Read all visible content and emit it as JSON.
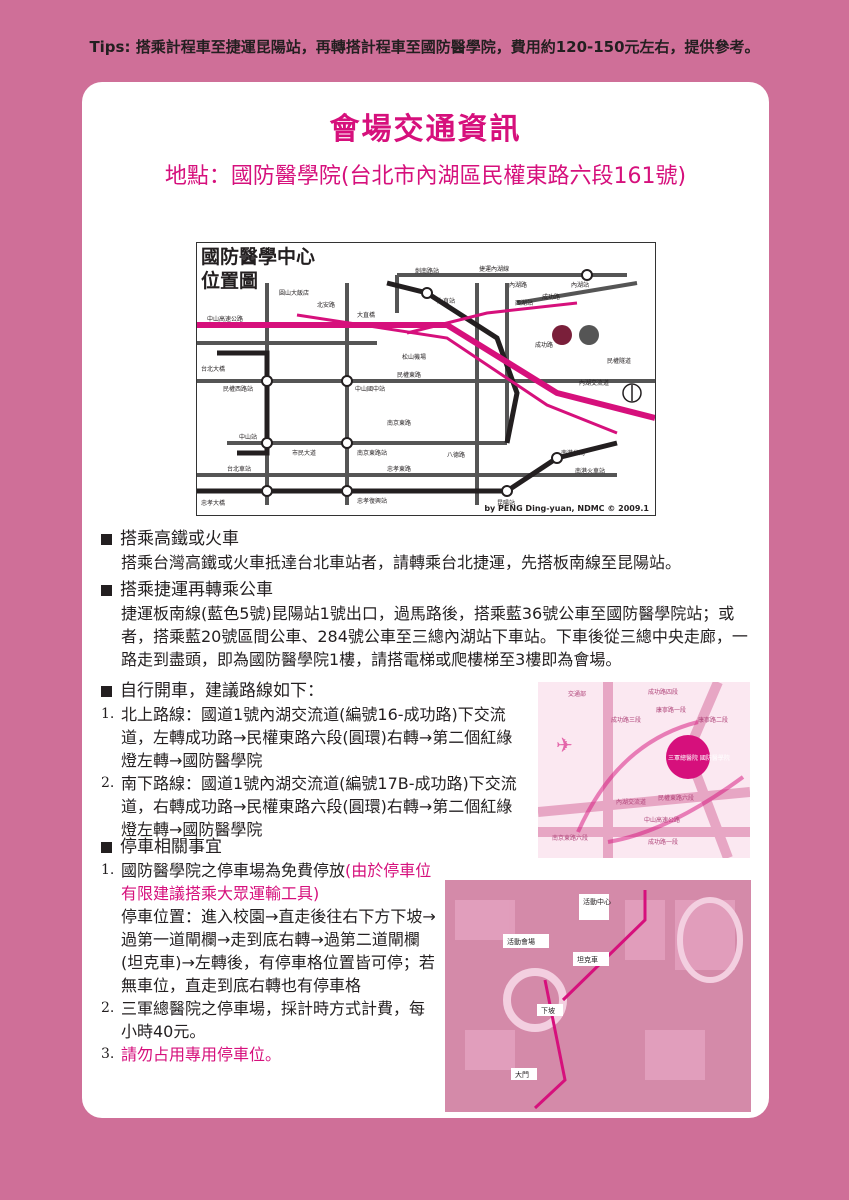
{
  "tips": "Tips: 搭乘計程車至捷運昆陽站，再轉搭計程車至國防醫學院，費用約120-150元左右，提供參考。",
  "title": "會場交通資訊",
  "subtitle": "地點：國防醫學院(台北市內湖區民權東路六段161號)",
  "map1": {
    "title_line1": "國防醫學中心",
    "title_line2": "位置圖",
    "credit": "by PENG Ding-yuan, NDMC © 2009.1",
    "labels": [
      "中山高速公路",
      "圓山大飯店",
      "北安路",
      "大直橋",
      "台北大橋",
      "民權西路站",
      "中山站",
      "台北車站",
      "忠孝大橋",
      "劍南路站",
      "捷運內湖線",
      "內湖路",
      "成功路",
      "民權東路",
      "松山機場",
      "南京東路",
      "八德路",
      "忠孝東路",
      "昆陽站",
      "南港分局",
      "南港火車站",
      "內湖交流道",
      "成功路",
      "民權隧道",
      "市民大道",
      "南京東路站",
      "忠孝復興站",
      "中山國中站",
      "大直站",
      "西湖站",
      "內湖站"
    ]
  },
  "sections": {
    "s1": {
      "heading": "搭乘高鐵或火車",
      "body": "搭乘台灣高鐵或火車抵達台北車站者，請轉乘台北捷運，先搭板南線至昆陽站。"
    },
    "s2": {
      "heading": "搭乘捷運再轉乘公車",
      "body": "捷運板南線(藍色5號)昆陽站1號出口，過馬路後，搭乘藍36號公車至國防醫學院站；或者，搭乘藍20號區間公車、284號公車至三總內湖站下車站。下車後從三總中央走廊，一路走到盡頭，即為國防醫學院1樓，請搭電梯或爬樓梯至3樓即為會場。"
    },
    "s3": {
      "heading": "自行開車，建議路線如下：",
      "items": [
        {
          "n": "1.",
          "text": "北上路線：國道1號內湖交流道(編號16-成功路)下交流道，左轉成功路→民權東路六段(圓環)右轉→第二個紅綠燈左轉→國防醫學院"
        },
        {
          "n": "2.",
          "text": "南下路線：國道1號內湖交流道(編號17B-成功路)下交流道，右轉成功路→民權東路六段(圓環)右轉→第二個紅綠燈左轉→國防醫學院"
        }
      ]
    },
    "s4": {
      "heading": "停車相關事宜",
      "i1_n": "1.",
      "i1_a": "國防醫學院之停車場為免費停放",
      "i1_b": "(由於停車位有限建議搭乘大眾運輸工具)",
      "i1_c": "停車位置：進入校園→直走後往右下方下坡→過第一道閘欄→走到底右轉→過第二道閘欄(坦克車)→左轉後，有停車格位置皆可停；若無車位，直走到底右轉也有停車格",
      "i2_n": "2.",
      "i2": "三軍總醫院之停車場，採計時方式計費，每小時40元。",
      "i3_n": "3.",
      "i3": "請勿占用專用停車位。"
    }
  },
  "map2": {
    "labels": [
      "交通部",
      "成功路四段",
      "成功路三段",
      "康寧路一段",
      "康寧路二段",
      "三軍總醫院 國防醫學院",
      "民權東路六段",
      "內湖交流道",
      "南京東路六段",
      "成功路一段",
      "中山高速公路"
    ]
  },
  "map3": {
    "labels": [
      "活動中心",
      "活動會場",
      "坦克車",
      "下坡",
      "大門"
    ]
  },
  "colors": {
    "background": "#cf6f98",
    "accent": "#d6107c",
    "text": "#231f20"
  }
}
